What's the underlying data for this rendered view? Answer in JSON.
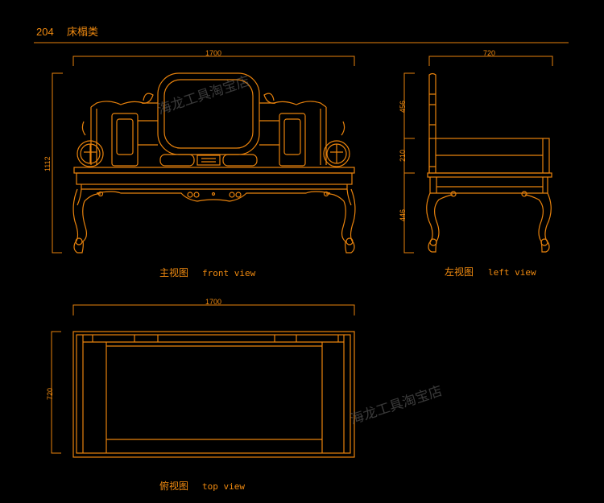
{
  "header": {
    "page_number": "204",
    "category": "床榻类"
  },
  "front_view": {
    "width_dim": "1700",
    "height_dim": "1112",
    "caption_cn": "主视图",
    "caption_en": "front view"
  },
  "left_view": {
    "depth_dim": "720",
    "back_dim": "456",
    "arm_dim": "210",
    "leg_dim": "446",
    "caption_cn": "左视图",
    "caption_en": "left view"
  },
  "top_view": {
    "width_dim": "1700",
    "depth_dim": "720",
    "caption_cn": "俯视图",
    "caption_en": "top view"
  },
  "watermark": "海龙工具淘宝店",
  "colors": {
    "line": "#e8820c",
    "background": "#000000"
  }
}
